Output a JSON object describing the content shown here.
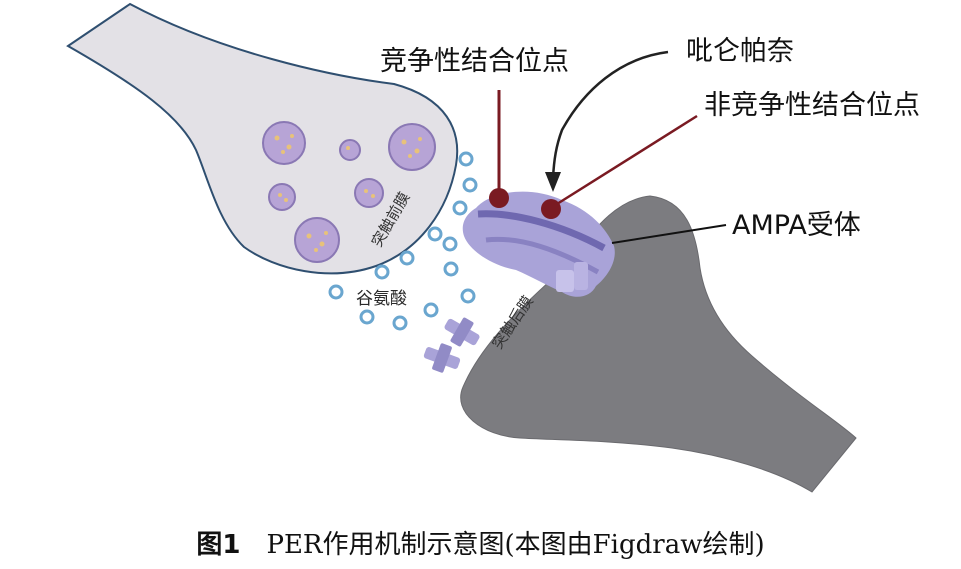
{
  "labels": {
    "competitive_site": "竞争性结合位点",
    "perampanel": "吡仑帕奈",
    "noncompetitive_site": "非竞争性结合位点",
    "ampa_receptor": "AMPA受体",
    "presynaptic_membrane": "突触前膜",
    "glutamate": "谷氨酸",
    "postsynaptic_membrane": "突触后膜"
  },
  "caption": {
    "figure_number": "图1",
    "text": "PER作用机制示意图(本图由Figdraw绘制)"
  },
  "colors": {
    "presynaptic_fill": "#e3e1e6",
    "presynaptic_outline": "#2f4f70",
    "postsynaptic_fill": "#7c7c80",
    "receptor": "#a9a3d8",
    "binding_site": "#7a1a22",
    "vesicle": "#b7a4d6",
    "glutamate_ring": "#6aa6cf"
  }
}
